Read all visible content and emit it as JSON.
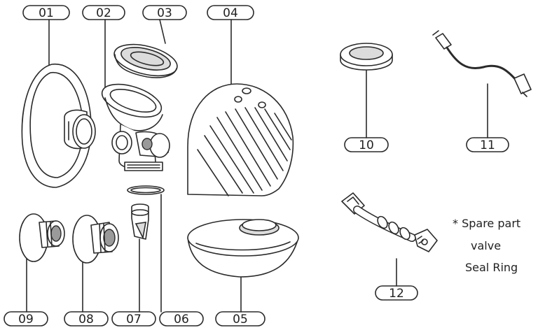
{
  "labels": {
    "p01": "01",
    "p02": "02",
    "p03": "03",
    "p04": "04",
    "p05": "05",
    "p06": "06",
    "p07": "07",
    "p08": "08",
    "p09": "09",
    "p10": "10",
    "p11": "11",
    "p12": "12"
  },
  "note": {
    "line1": "* Spare part",
    "line2": "valve",
    "line3": "Seal Ring"
  }
}
